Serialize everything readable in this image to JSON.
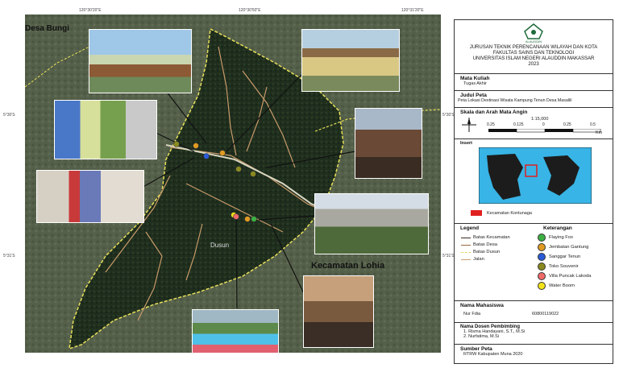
{
  "coords": {
    "top_left": "120°30'20\"E",
    "top_mid": "120°30'50\"E",
    "top_right": "120°31'20\"E",
    "left_upper": "5°30'S",
    "left_lower": "5°31'S",
    "right_upper": "5°30'S",
    "right_lower": "5°31'S"
  },
  "map_labels": {
    "desa_bungi": "Desa Bungi",
    "kecamatan_lohia": "Kecamatan Lohia",
    "dusun": "Dusun"
  },
  "panel": {
    "institution_line1": "JURUSAN TEKNIK PERENCANAAN WILAYAH DAN KOTA",
    "institution_line2": "FAKULTAS SAINS DAN TEKNOLOGI",
    "institution_line3": "UNIVERSITAS ISLAM NEGERI ALAUDDIN MAKASSAR",
    "year": "2023",
    "logo_text": "ALAUDDIN",
    "mata_kuliah_title": "Mata Kuliah",
    "mata_kuliah_value": "Tugas Akhir",
    "judul_title": "Judul Peta",
    "judul_value": "Peta Lokasi Destinasi Wisata Kampung Tenun Desa Masalili",
    "skala_title": "Skala dan Arah Mata Angin",
    "scale_ratio": "1:15,000",
    "scale_ticks": [
      "0.25",
      "0.125",
      "0",
      "0.25",
      "0.5"
    ],
    "scale_unit": "Km",
    "insert_title": "Insert",
    "insert_legend": "Kecamatan Kontunaga",
    "legend_title": "Legend",
    "keterangan_title": "Keterangan",
    "legend_lines": [
      {
        "label": "Batas Kecamatan",
        "color": "#3a2a20"
      },
      {
        "label": "Batas Desa",
        "color": "#9b6a3c"
      },
      {
        "label": "Batas Dusun",
        "color": "#e6d36a"
      },
      {
        "label": "Jalan",
        "color": "#c8a070"
      }
    ],
    "keterangan": [
      {
        "label": "Flaying Fox",
        "color": "#3cb043"
      },
      {
        "label": "Jembatan Gantung",
        "color": "#e09a22"
      },
      {
        "label": "Sanggar Tenun",
        "color": "#2a5bd7"
      },
      {
        "label": "Toko Souvenir",
        "color": "#8a8a20"
      },
      {
        "label": "Villa Puncak Lakoda",
        "color": "#f06a6a"
      },
      {
        "label": "Water Boom",
        "color": "#f2e21a"
      }
    ],
    "nama_title": "Nama Mahasiswa",
    "nama_value": "Nur Fdia",
    "nim_value": "60800119022",
    "dosen_title": "Nama Dosen Pembimbing",
    "dosen_1": "1. Risma Handayani, S.T., M.Si",
    "dosen_2": "2. Nurfatima, M.Si",
    "sumber_title": "Sumber Peta",
    "sumber_value": "RTRW Kabupaten Muna 2020"
  },
  "colors": {
    "forest": "#1f2e1d",
    "outside": "#5c6650",
    "road": "#c89a6a",
    "boundary": "#e8e05a",
    "insert_sea": "#38b4e6",
    "insert_land": "#1c1c1c",
    "insert_marker": "#e02020"
  }
}
